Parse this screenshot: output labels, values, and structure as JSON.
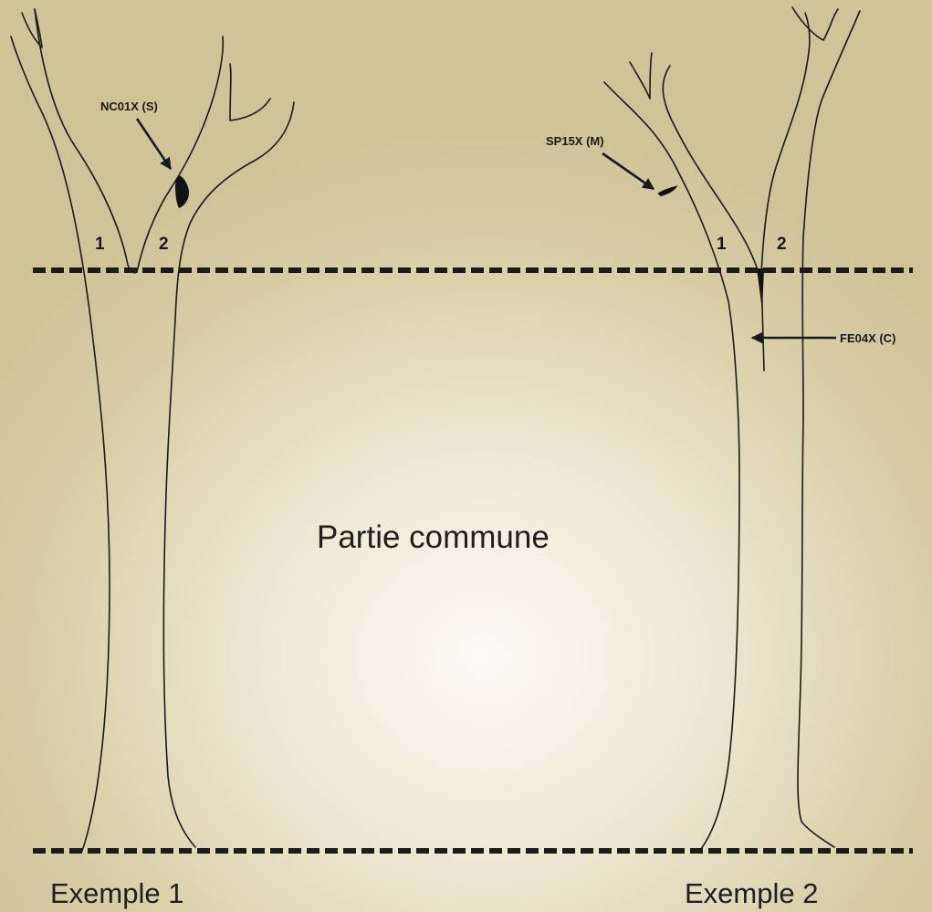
{
  "diagram": {
    "center_label": "Partie commune",
    "examples": [
      {
        "caption": "Exemple 1",
        "stems": [
          "1",
          "2"
        ],
        "defect": {
          "code": "NC01X (S)"
        }
      },
      {
        "caption": "Exemple 2",
        "stems": [
          "1",
          "2"
        ],
        "defects": [
          {
            "code": "SP15X (M)"
          },
          {
            "code": "FE04X (C)"
          }
        ]
      }
    ],
    "colors": {
      "background_edge": "#cfc398",
      "background_center": "#fcfbf6",
      "ink": "#1b1b1b"
    }
  }
}
